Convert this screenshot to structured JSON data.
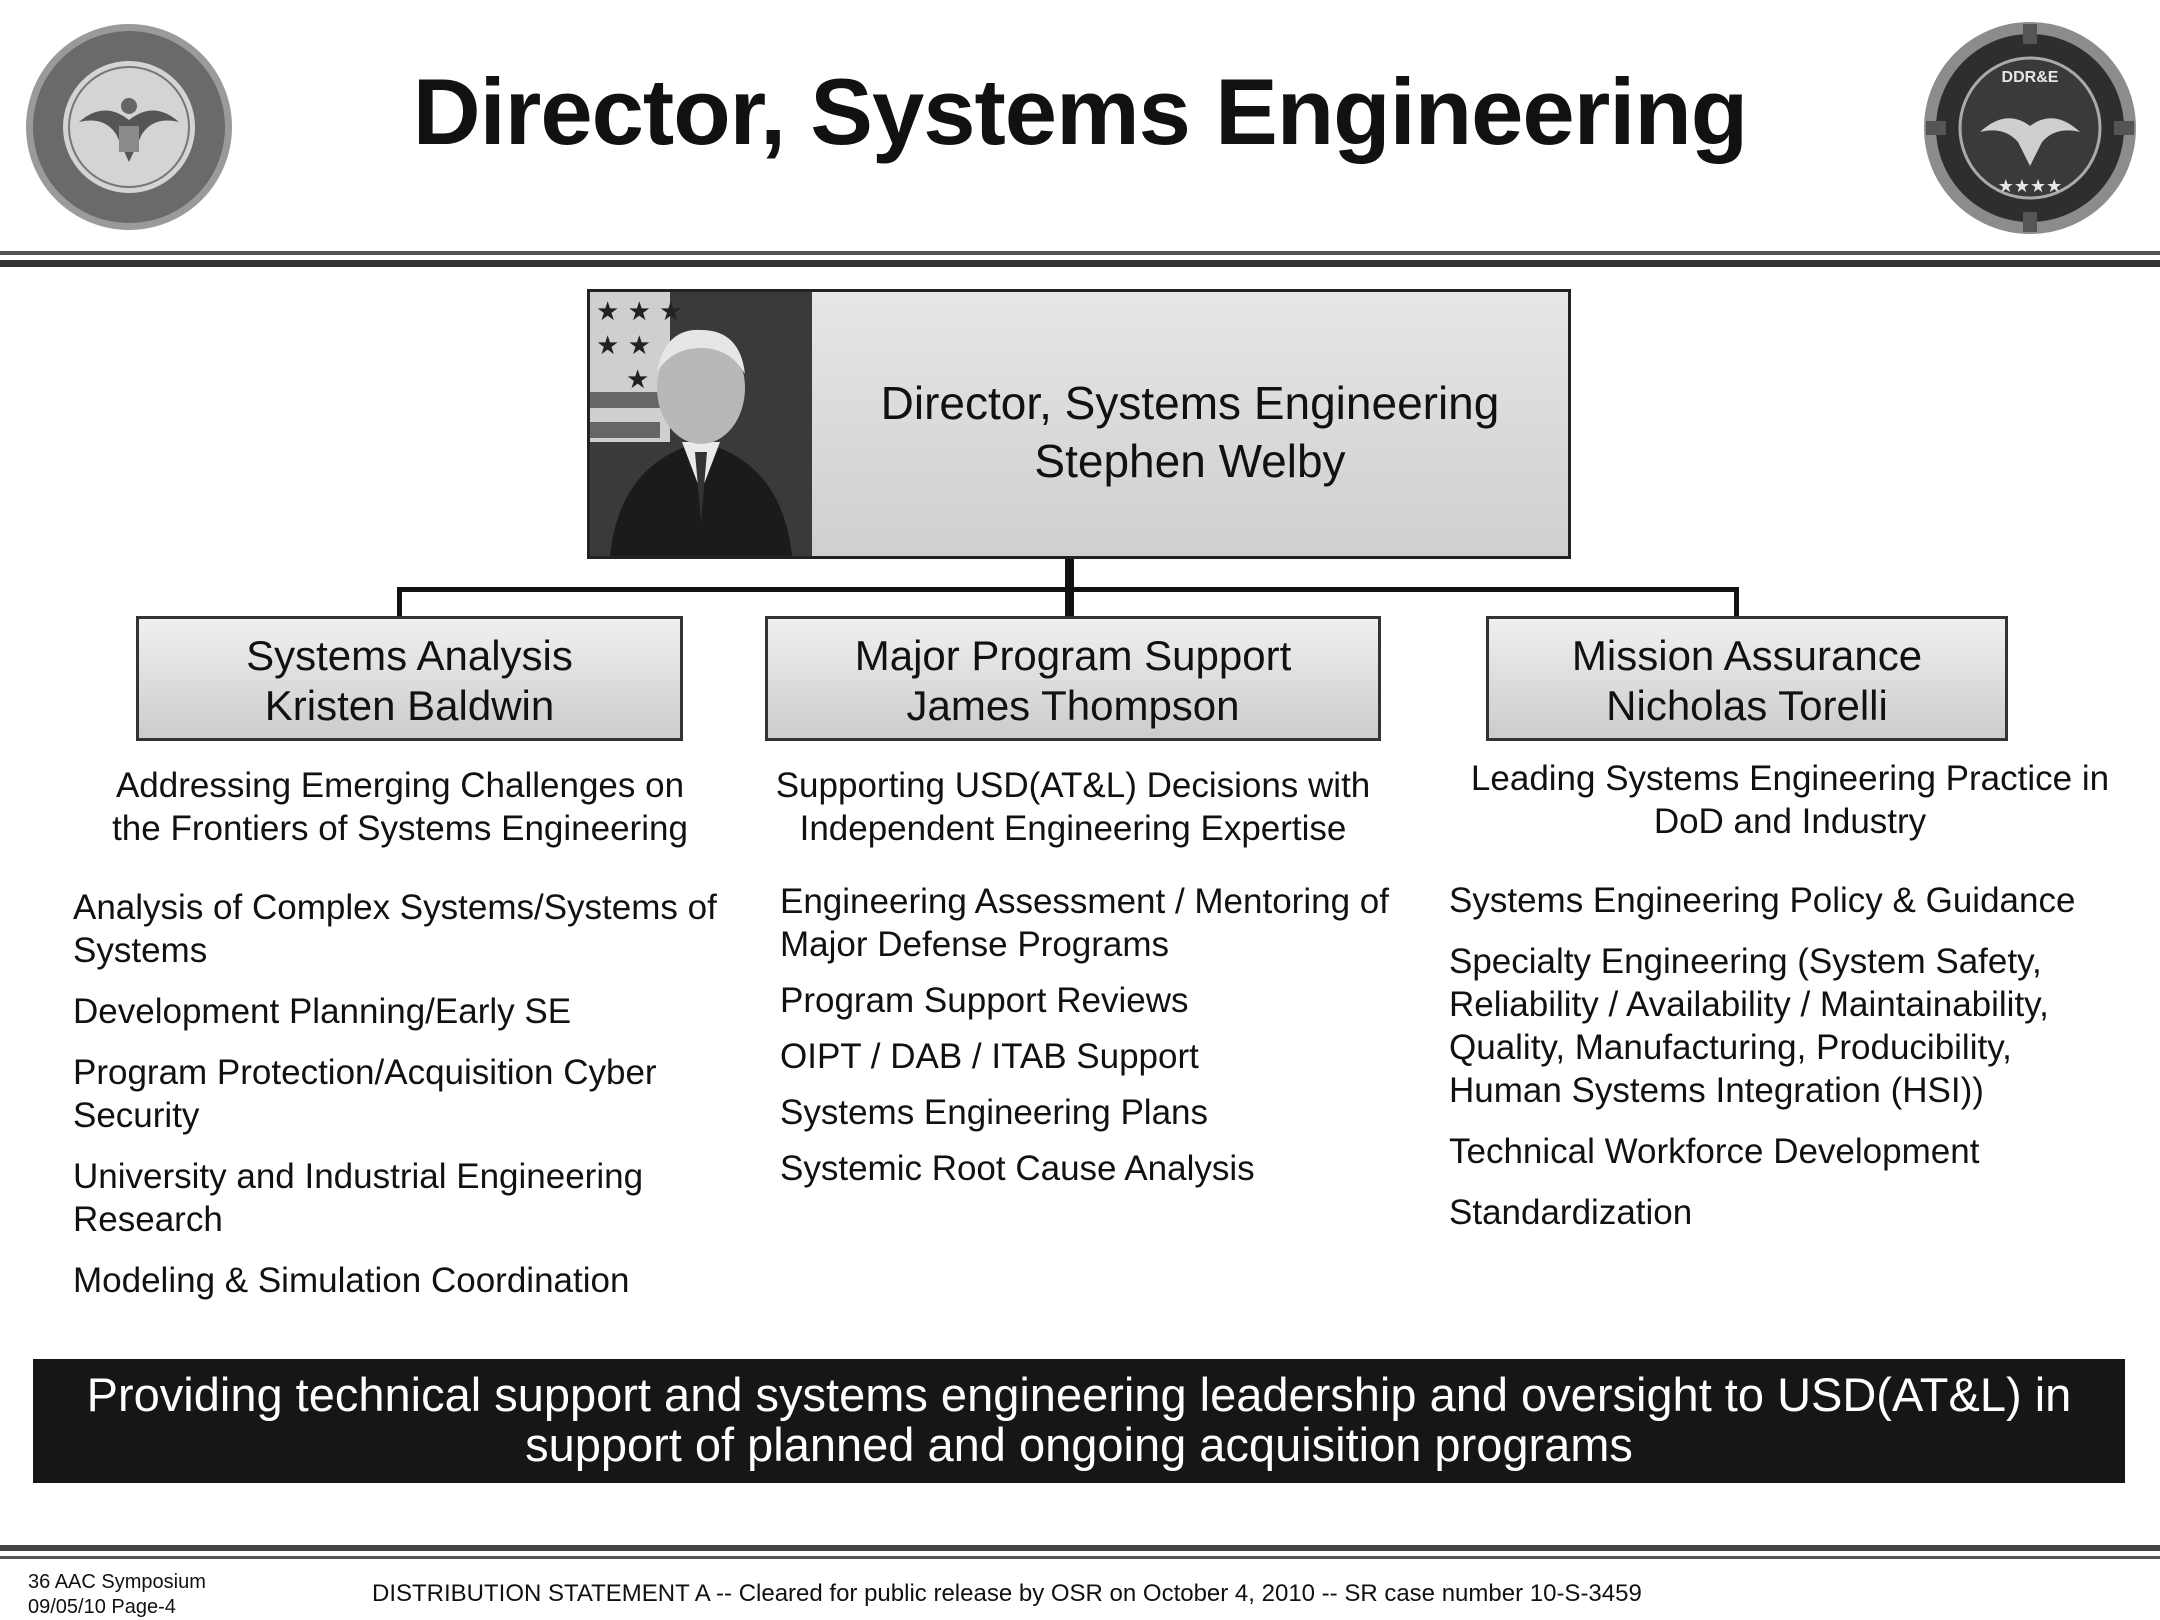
{
  "header": {
    "title": "Director, Systems Engineering",
    "seal_left_icon": "dod-seal-icon",
    "seal_right_icon": "ddre-seal-icon",
    "seal_right_text": "DDR&E"
  },
  "director": {
    "title": "Director, Systems Engineering",
    "name": "Stephen Welby",
    "photo_icon": "director-portrait-icon"
  },
  "departments": [
    {
      "title": "Systems Analysis",
      "lead": "Kristen Baldwin",
      "mission": [
        "Addressing Emerging Challenges on",
        "the Frontiers of Systems Engineering"
      ],
      "tasks": [
        "Analysis of Complex Systems/Systems of Systems",
        "Development Planning/Early SE",
        "Program Protection/Acquisition Cyber Security",
        "University and Industrial Engineering Research",
        "Modeling & Simulation Coordination"
      ]
    },
    {
      "title": "Major Program Support",
      "lead": "James Thompson",
      "mission": [
        "Supporting USD(AT&L) Decisions with",
        "Independent Engineering Expertise"
      ],
      "tasks": [
        "Engineering Assessment / Mentoring of  Major Defense Programs",
        "Program Support Reviews",
        "OIPT / DAB / ITAB Support",
        "Systems Engineering Plans",
        "Systemic Root Cause Analysis"
      ]
    },
    {
      "title": "Mission Assurance",
      "lead": "Nicholas Torelli",
      "mission": [
        "Leading Systems Engineering Practice in",
        "DoD and Industry"
      ],
      "tasks": [
        "Systems Engineering Policy & Guidance",
        "Specialty Engineering (System Safety, Reliability / Availability / Maintainability, Quality, Manufacturing, Producibility, Human Systems Integration (HSI))",
        "Technical Workforce Development",
        "Standardization"
      ]
    }
  ],
  "banner": {
    "line1": "Providing technical support and systems engineering leadership and oversight to USD(AT&L) in",
    "line2": "support of planned and ongoing acquisition programs"
  },
  "footer": {
    "event": "36 AAC Symposium",
    "date_page": "09/05/10 Page-4",
    "distribution": "DISTRIBUTION STATEMENT A -- Cleared for public release by OSR on  October 4, 2010 -- SR case number  10-S-3459"
  },
  "colors": {
    "banner_bg": "#161616",
    "box_fill": "#d8d8d8",
    "rule": "#555555"
  }
}
